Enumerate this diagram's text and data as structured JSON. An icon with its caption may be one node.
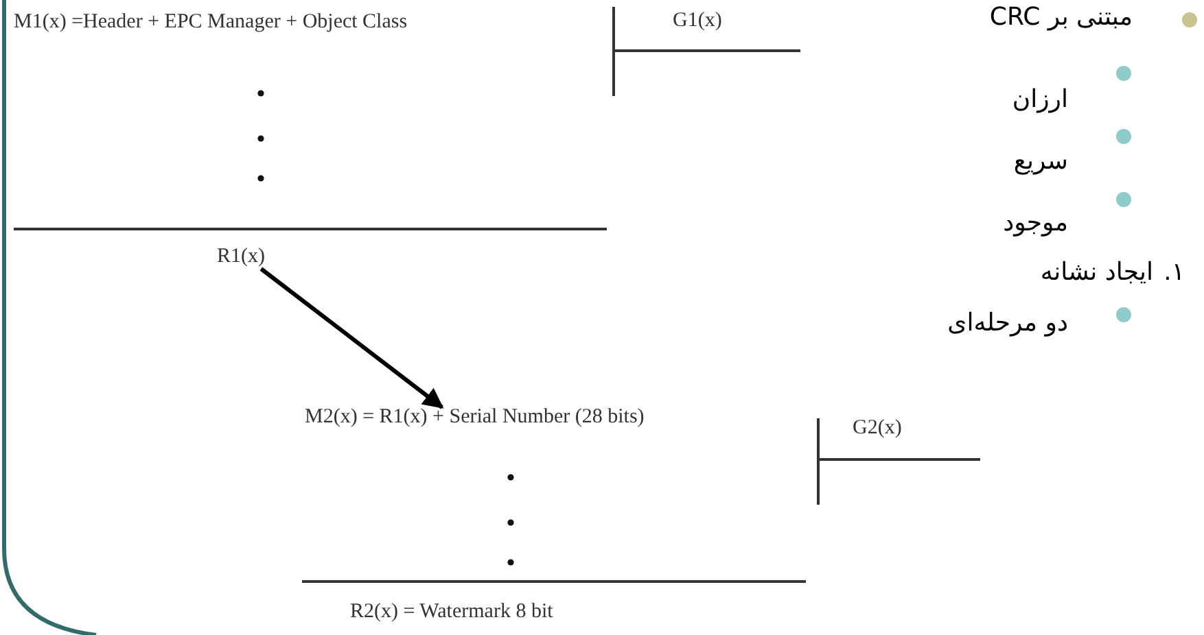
{
  "diagram": {
    "nodes": [
      {
        "text": [
          "R1(x)"
        ]
      },
      {
        "text": [
          "M2(x) = R1(x) + Serial Number (28 bits)"
        ]
      }
    ],
    "edges": [
      {
        "from": 0,
        "to": 1,
        "arrow": "to"
      }
    ],
    "labels": [
      "مبتنی بر CRC",
      "M1(x) =Header + EPC Manager + Object Class",
      "G1(x)",
      "ارزان",
      "سریع",
      "موجود",
      "۱.",
      "ایجاد نشانه",
      "دو مرحله‌ای",
      "G2(x)",
      "R2(x) = Watermark 8 bit"
    ]
  }
}
